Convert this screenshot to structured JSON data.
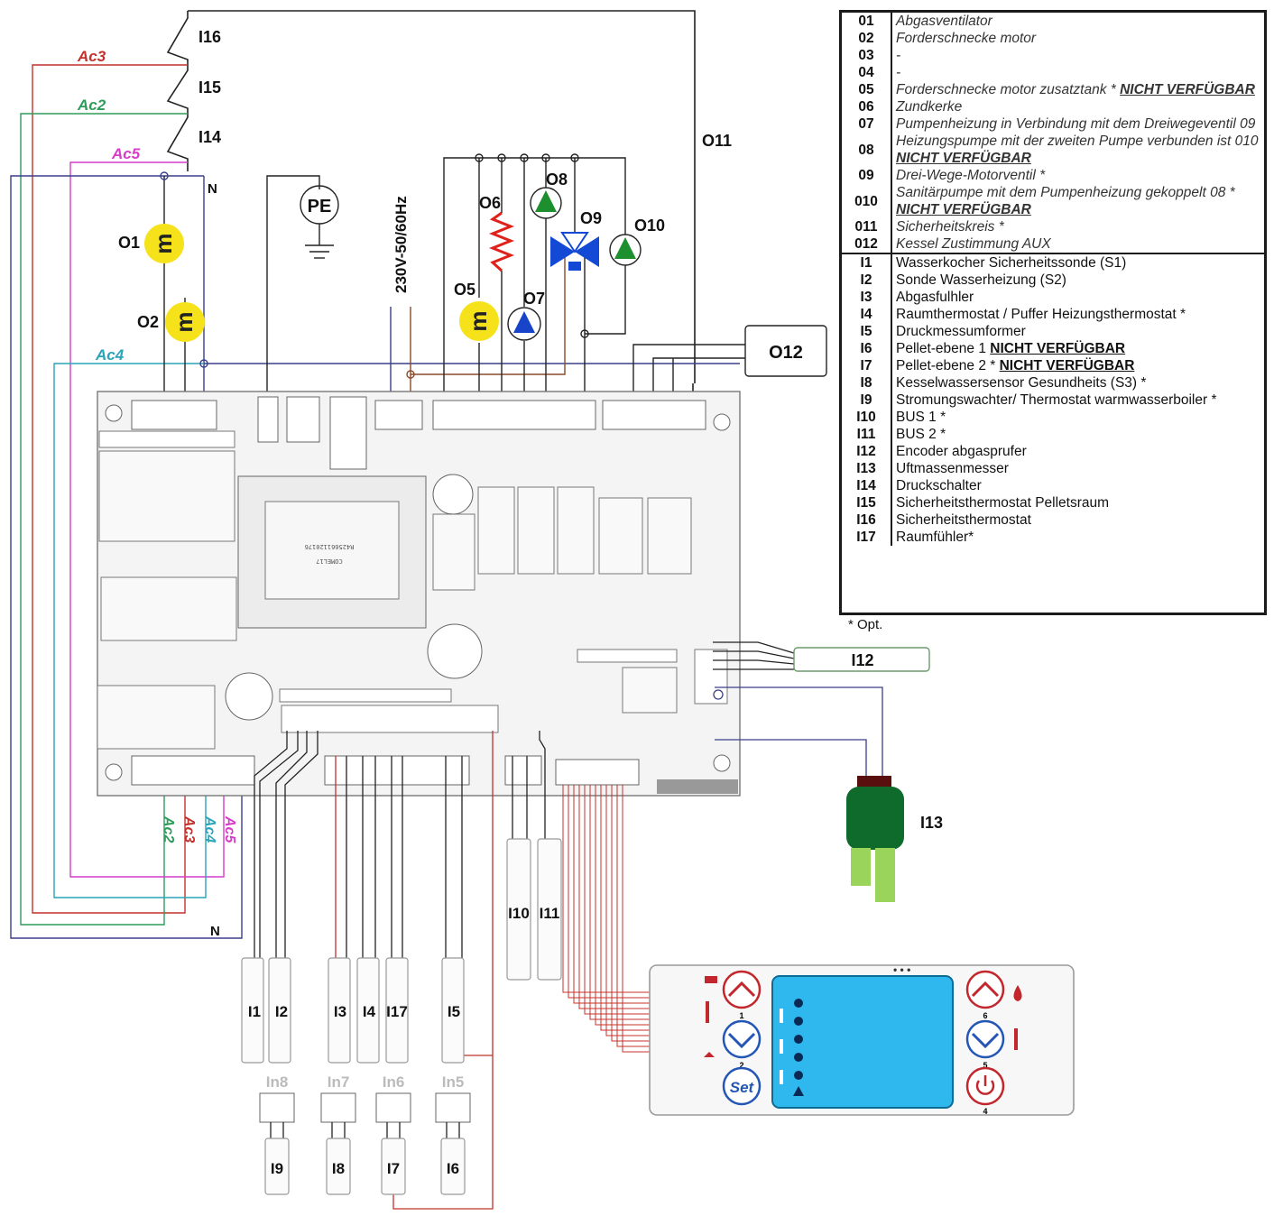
{
  "legend": {
    "outputs": [
      {
        "code": "01",
        "text": "Abgasventilator"
      },
      {
        "code": "02",
        "text": "Forderschnecke motor"
      },
      {
        "code": "03",
        "text": "-"
      },
      {
        "code": "04",
        "text": "-"
      },
      {
        "code": "05",
        "text": "Forderschnecke motor zusatztank *",
        "nv": "NICHT VERFÜGBAR"
      },
      {
        "code": "06",
        "text": "Zundkerke"
      },
      {
        "code": "07",
        "text": "Pumpenheizung in Verbindung mit dem Dreiwegeventil 09"
      },
      {
        "code": "08",
        "text": "Heizungspumpe mit der zweiten Pumpe verbunden ist 010",
        "nv": "NICHT VERFÜGBAR"
      },
      {
        "code": "09",
        "text": "Drei-Wege-Motorventil *"
      },
      {
        "code": "010",
        "text": "Sanitärpumpe mit dem Pumpenheizung gekoppelt 08 *",
        "nv": "NICHT VERFÜGBAR"
      },
      {
        "code": "011",
        "text": "Sicherheitskreis *"
      },
      {
        "code": "012",
        "text": "Kessel Zustimmung AUX"
      }
    ],
    "inputs": [
      {
        "code": "I1",
        "text": "Wasserkocher Sicherheitssonde (S1)"
      },
      {
        "code": "I2",
        "text": "Sonde Wasserheizung (S2)"
      },
      {
        "code": "I3",
        "text": "Abgasfulhler"
      },
      {
        "code": "I4",
        "text": "Raumthermostat / Puffer Heizungsthermostat *"
      },
      {
        "code": "I5",
        "text": "Druckmessumformer"
      },
      {
        "code": "I6",
        "text": "Pellet-ebene 1",
        "nv": "NICHT VERFÜGBAR"
      },
      {
        "code": "I7",
        "text": "Pellet-ebene 2 *",
        "nv": "NICHT VERFÜGBAR"
      },
      {
        "code": "I8",
        "text": "Kesselwassersensor Gesundheits (S3) *"
      },
      {
        "code": "I9",
        "text": "Stromungswachter/ Thermostat warmwasserboiler *"
      },
      {
        "code": "I10",
        "text": "BUS 1 *"
      },
      {
        "code": "I11",
        "text": "BUS 2 *"
      },
      {
        "code": "I12",
        "text": "Encoder abgasprufer"
      },
      {
        "code": "I13",
        "text": "Uftmassenmesser"
      },
      {
        "code": "I14",
        "text": "Druckschalter"
      },
      {
        "code": "I15",
        "text": "Sicherheitsthermostat Pelletsraum"
      },
      {
        "code": "I16",
        "text": "Sicherheitsthermostat"
      },
      {
        "code": "I17",
        "text": "Raumfühler*"
      }
    ],
    "footnote": "* Opt."
  },
  "diagram": {
    "thermo_labels": [
      "I16",
      "I15",
      "I14"
    ],
    "wire_labels": {
      "ac3": "Ac3",
      "ac2": "Ac2",
      "ac5": "Ac5",
      "ac4": "Ac4"
    },
    "bottom_wire_labels": [
      "Ac2",
      "Ac3",
      "Ac4",
      "Ac5"
    ],
    "neutral": "N",
    "motor_labels": {
      "o1": "O1",
      "o2": "O2",
      "o5": "O5"
    },
    "motor_symbol": "m",
    "pe": "PE",
    "supply": "230V-50/60Hz",
    "outputs": {
      "o6": "O6",
      "o7": "O7",
      "o8": "O8",
      "o9": "O9",
      "o10": "O10",
      "o11": "O11",
      "o12": "O12"
    },
    "probes_top": [
      "I1",
      "I2",
      "I3",
      "I4",
      "I17",
      "I5"
    ],
    "bus": [
      "I10",
      "I11"
    ],
    "encoder": "I12",
    "flow_meter": "I13",
    "sensor_connectors": [
      "In8",
      "In7",
      "In6",
      "In5"
    ],
    "probes_bottom": [
      "I9",
      "I8",
      "I7",
      "I6"
    ],
    "pcb_text": [
      "R425661120176",
      "COMEL17"
    ]
  },
  "panel": {
    "buttons_left": [
      "1",
      "2",
      "Set"
    ],
    "buttons_right": [
      "6",
      "5",
      "4"
    ],
    "status_dots": "• • •",
    "colors": {
      "screen": "#2fb8ee",
      "button": "#c1272d",
      "button_down": "#2457b5"
    }
  },
  "colors": {
    "ac3": "#c4302b",
    "ac2": "#2e9b5a",
    "ac5": "#d63cc8",
    "ac4": "#2aa3b8",
    "neutral": "#3a3f8a",
    "motor": "#f5e21a",
    "pump_green": "#1e8f2e",
    "pump_blue": "#1744c8",
    "valve": "#1449d6",
    "ignitor": "#e0201b",
    "flow_body": "#0e6b2c"
  }
}
